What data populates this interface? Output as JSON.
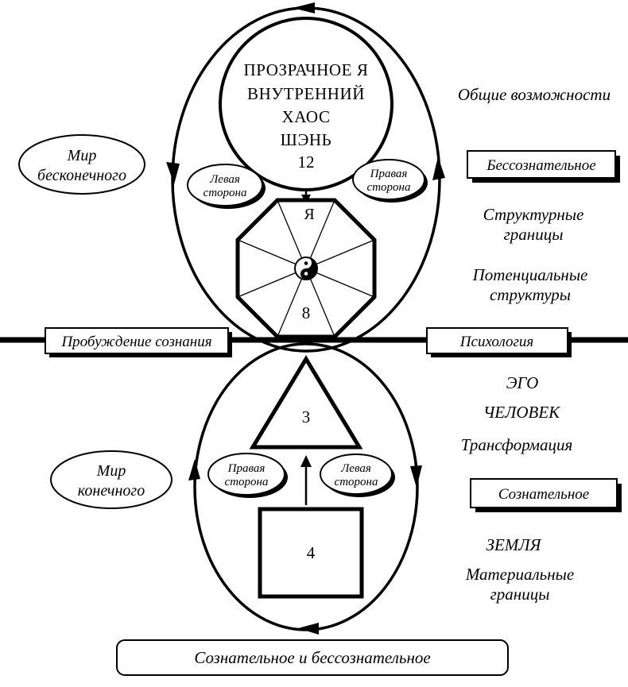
{
  "diagram": {
    "upper_world": {
      "inner_circle": {
        "line1": "ПРОЗРАЧНОЕ Я",
        "line2": "ВНУТРЕННИЙ",
        "line3": "ХАОС",
        "line4": "ШЭНЬ",
        "number": "12"
      },
      "left_side_tag": {
        "line1": "Левая",
        "line2": "сторона"
      },
      "right_side_tag": {
        "line1": "Правая",
        "line2": "сторона"
      },
      "octagon": {
        "ya": "Я",
        "number": "8"
      }
    },
    "lower_world": {
      "triangle_number": "3",
      "square_number": "4",
      "left_side_tag": {
        "line1": "Правая",
        "line2": "сторона"
      },
      "right_side_tag": {
        "line1": "Левая",
        "line2": "сторона"
      }
    },
    "left_labels": {
      "infinite": {
        "line1": "Мир",
        "line2": "бесконечного"
      },
      "finite": {
        "line1": "Мир",
        "line2": "конечного"
      }
    },
    "axis": {
      "awakening": "Пробуждение сознания",
      "psychology": "Психология"
    },
    "right_labels": {
      "possibilities": "Общие возможности",
      "unconscious": "Бессознательное",
      "structural": {
        "line1": "Структурные",
        "line2": "границы"
      },
      "potential": {
        "line1": "Потенциальные",
        "line2": "структуры"
      },
      "ego": "ЭГО",
      "human": "ЧЕЛОВЕК",
      "transformation": "Трансформация",
      "conscious": "Сознательное",
      "earth": "ЗЕМЛЯ",
      "material": {
        "line1": "Материальные",
        "line2": "границы"
      }
    },
    "footer": "Сознательное и бессознательное"
  }
}
